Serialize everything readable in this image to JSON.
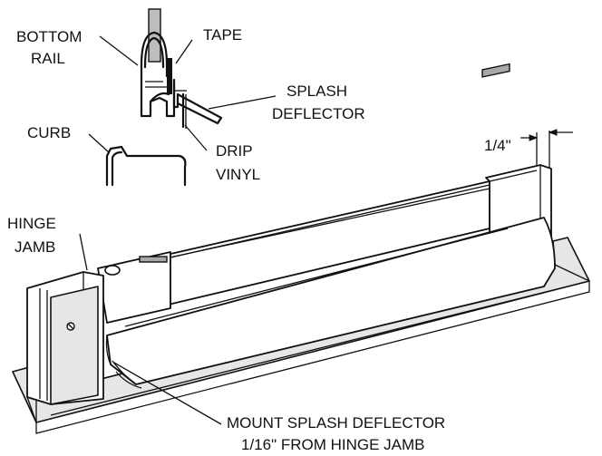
{
  "labels": {
    "bottom_rail_1": "BOTTOM",
    "bottom_rail_2": "RAIL",
    "tape": "TAPE",
    "splash_1": "SPLASH",
    "splash_2": "DEFLECTOR",
    "curb": "CURB",
    "drip_1": "DRIP",
    "drip_2": "VINYL",
    "dimension": "1/4\"",
    "hinge_jamb_1": "HINGE",
    "hinge_jamb_2": "JAMB",
    "mount_1": "MOUNT SPLASH DEFLECTOR",
    "mount_2": "1/16\" FROM HINGE JAMB"
  }
}
